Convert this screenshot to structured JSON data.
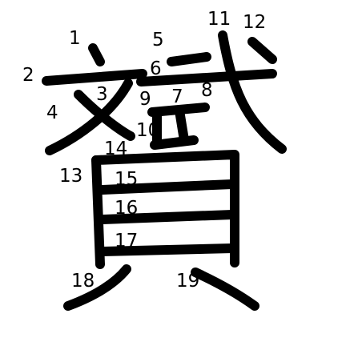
{
  "character": "贇",
  "ink_color": "#000000",
  "background_color": "#ffffff",
  "stroke_count": 19,
  "stroke_numbers": [
    "1",
    "2",
    "3",
    "4",
    "5",
    "6",
    "7",
    "8",
    "9",
    "10",
    "11",
    "12",
    "13",
    "14",
    "15",
    "16",
    "17",
    "18",
    "19"
  ]
}
